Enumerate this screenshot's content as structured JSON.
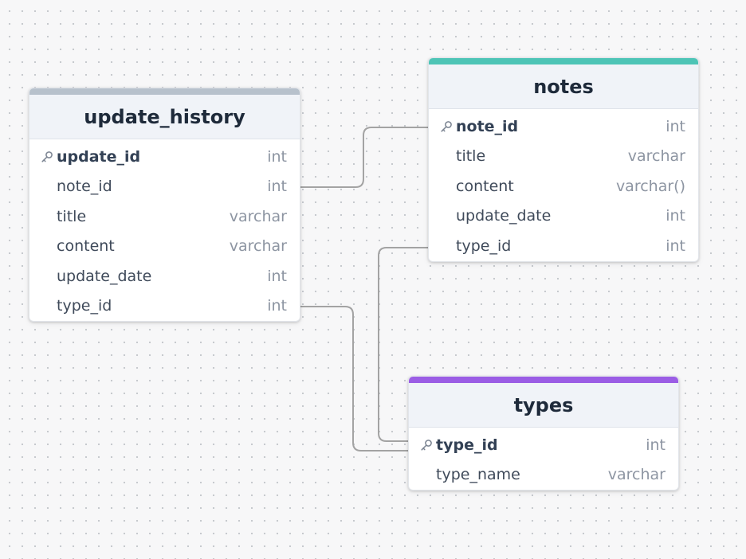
{
  "tables": [
    {
      "id": "update_history",
      "name": "update_history",
      "accent_color": "#b7c1cc",
      "fields": [
        {
          "name": "update_id",
          "type": "int",
          "primary_key": true
        },
        {
          "name": "note_id",
          "type": "int",
          "primary_key": false
        },
        {
          "name": "title",
          "type": "varchar",
          "primary_key": false
        },
        {
          "name": "content",
          "type": "varchar",
          "primary_key": false
        },
        {
          "name": "update_date",
          "type": "int",
          "primary_key": false
        },
        {
          "name": "type_id",
          "type": "int",
          "primary_key": false
        }
      ]
    },
    {
      "id": "notes",
      "name": "notes",
      "accent_color": "#4dc4b6",
      "fields": [
        {
          "name": "note_id",
          "type": "int",
          "primary_key": true
        },
        {
          "name": "title",
          "type": "varchar",
          "primary_key": false
        },
        {
          "name": "content",
          "type": "varchar()",
          "primary_key": false
        },
        {
          "name": "update_date",
          "type": "int",
          "primary_key": false
        },
        {
          "name": "type_id",
          "type": "int",
          "primary_key": false
        }
      ]
    },
    {
      "id": "types",
      "name": "types",
      "accent_color": "#9b5de5",
      "fields": [
        {
          "name": "type_id",
          "type": "int",
          "primary_key": true
        },
        {
          "name": "type_name",
          "type": "varchar",
          "primary_key": false
        }
      ]
    }
  ],
  "relationships": [
    {
      "from_table": "update_history",
      "from_field": "note_id",
      "to_table": "notes",
      "to_field": "note_id"
    },
    {
      "from_table": "update_history",
      "from_field": "type_id",
      "to_table": "types",
      "to_field": "type_id"
    },
    {
      "from_table": "notes",
      "from_field": "type_id",
      "to_table": "types",
      "to_field": "type_id"
    }
  ],
  "icons": {
    "primary_key": "key-icon"
  },
  "colors": {
    "connector": "#a3a3a3",
    "header_bg": "#f0f3f8",
    "title_text": "#1e2a3a",
    "type_text": "#8d95a2"
  }
}
